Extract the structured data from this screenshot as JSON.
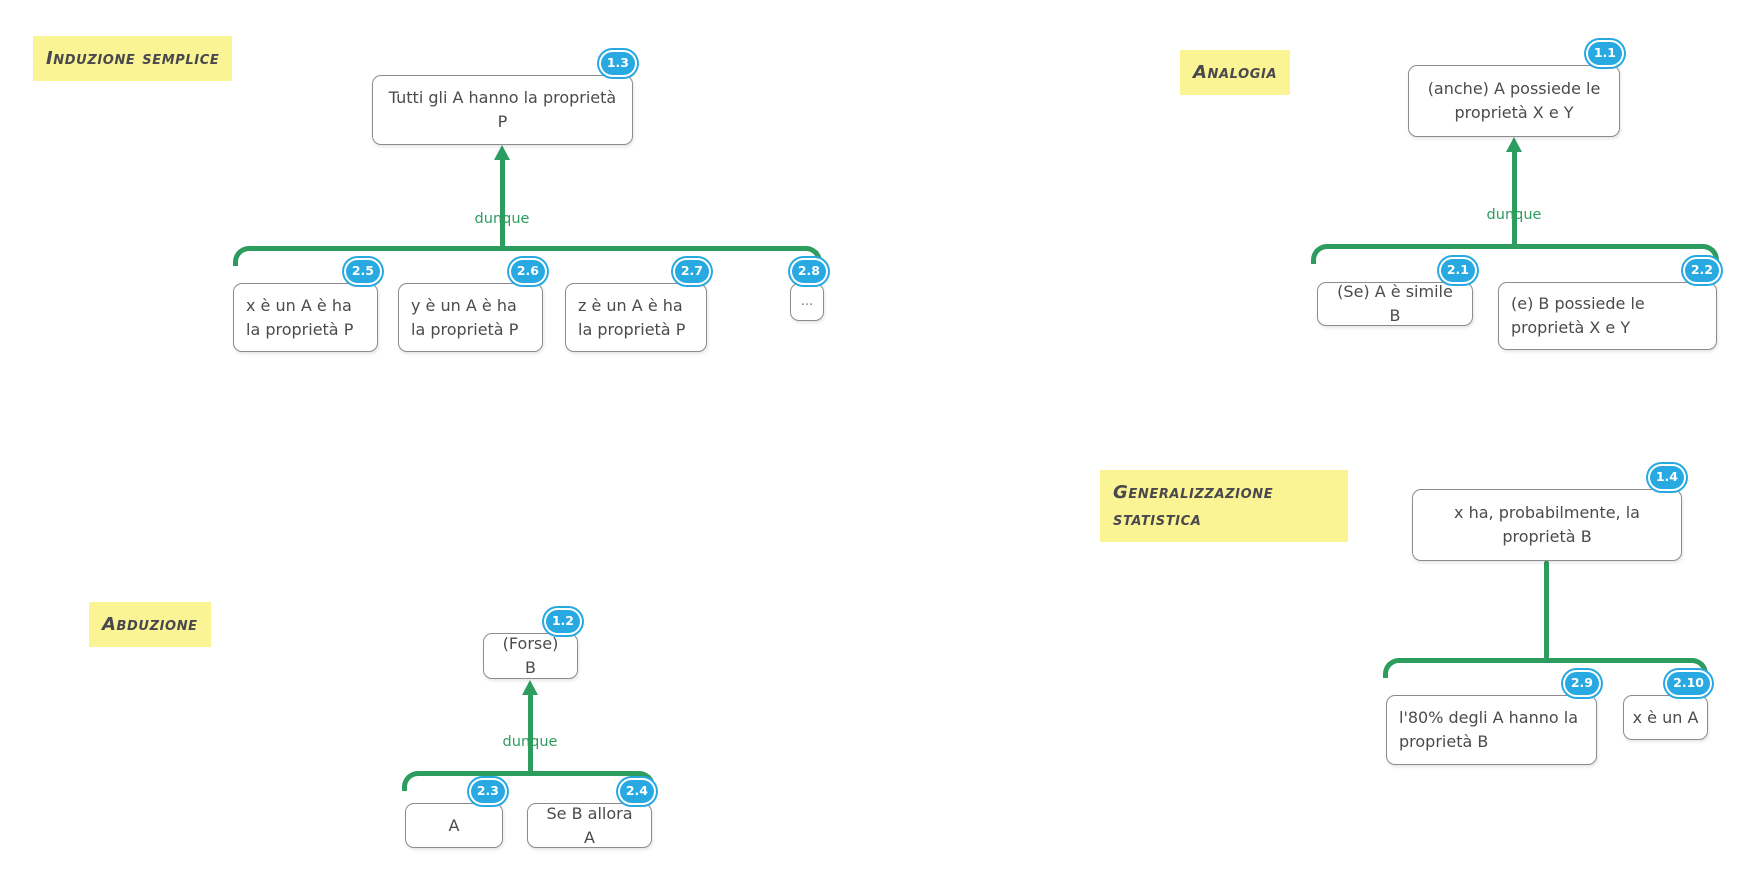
{
  "diagram": {
    "connector_label": "dunque",
    "colors": {
      "connector_green": "#2d9c5f",
      "badge_blue": "#29a9e1",
      "note_yellow": "#faf494",
      "box_border_gray": "#8c8c8c",
      "text_gray": "#4b4b4b"
    },
    "sections": {
      "induzione": {
        "title": "Induzione semplice",
        "conclusion": {
          "id": "1.3",
          "text": "Tutti gli A hanno la proprietà P"
        },
        "premises": [
          {
            "id": "2.5",
            "text": "x è un A è ha la proprietà P"
          },
          {
            "id": "2.6",
            "text": "y è un A è ha la proprietà P"
          },
          {
            "id": "2.7",
            "text": "z è un A è ha la proprietà P"
          },
          {
            "id": "2.8",
            "text": "..."
          }
        ]
      },
      "analogia": {
        "title": "Analogia",
        "conclusion": {
          "id": "1.1",
          "text": "(anche) A possiede le proprietà X e Y"
        },
        "premises": [
          {
            "id": "2.1",
            "text": "(Se) A è simile B"
          },
          {
            "id": "2.2",
            "text": "(e) B possiede le proprietà X e Y"
          }
        ]
      },
      "abduzione": {
        "title": "Abduzione",
        "conclusion": {
          "id": "1.2",
          "text": "(Forse) B"
        },
        "premises": [
          {
            "id": "2.3",
            "text": "A"
          },
          {
            "id": "2.4",
            "text": "Se B allora A"
          }
        ]
      },
      "generalizzazione": {
        "title": "Generalizzazione statistica",
        "conclusion": {
          "id": "1.4",
          "text": "x ha, probabilmente, la proprietà B"
        },
        "premises": [
          {
            "id": "2.9",
            "text": "l'80% degli A hanno la proprietà B"
          },
          {
            "id": "2.10",
            "text": "x è un A"
          }
        ]
      }
    }
  }
}
